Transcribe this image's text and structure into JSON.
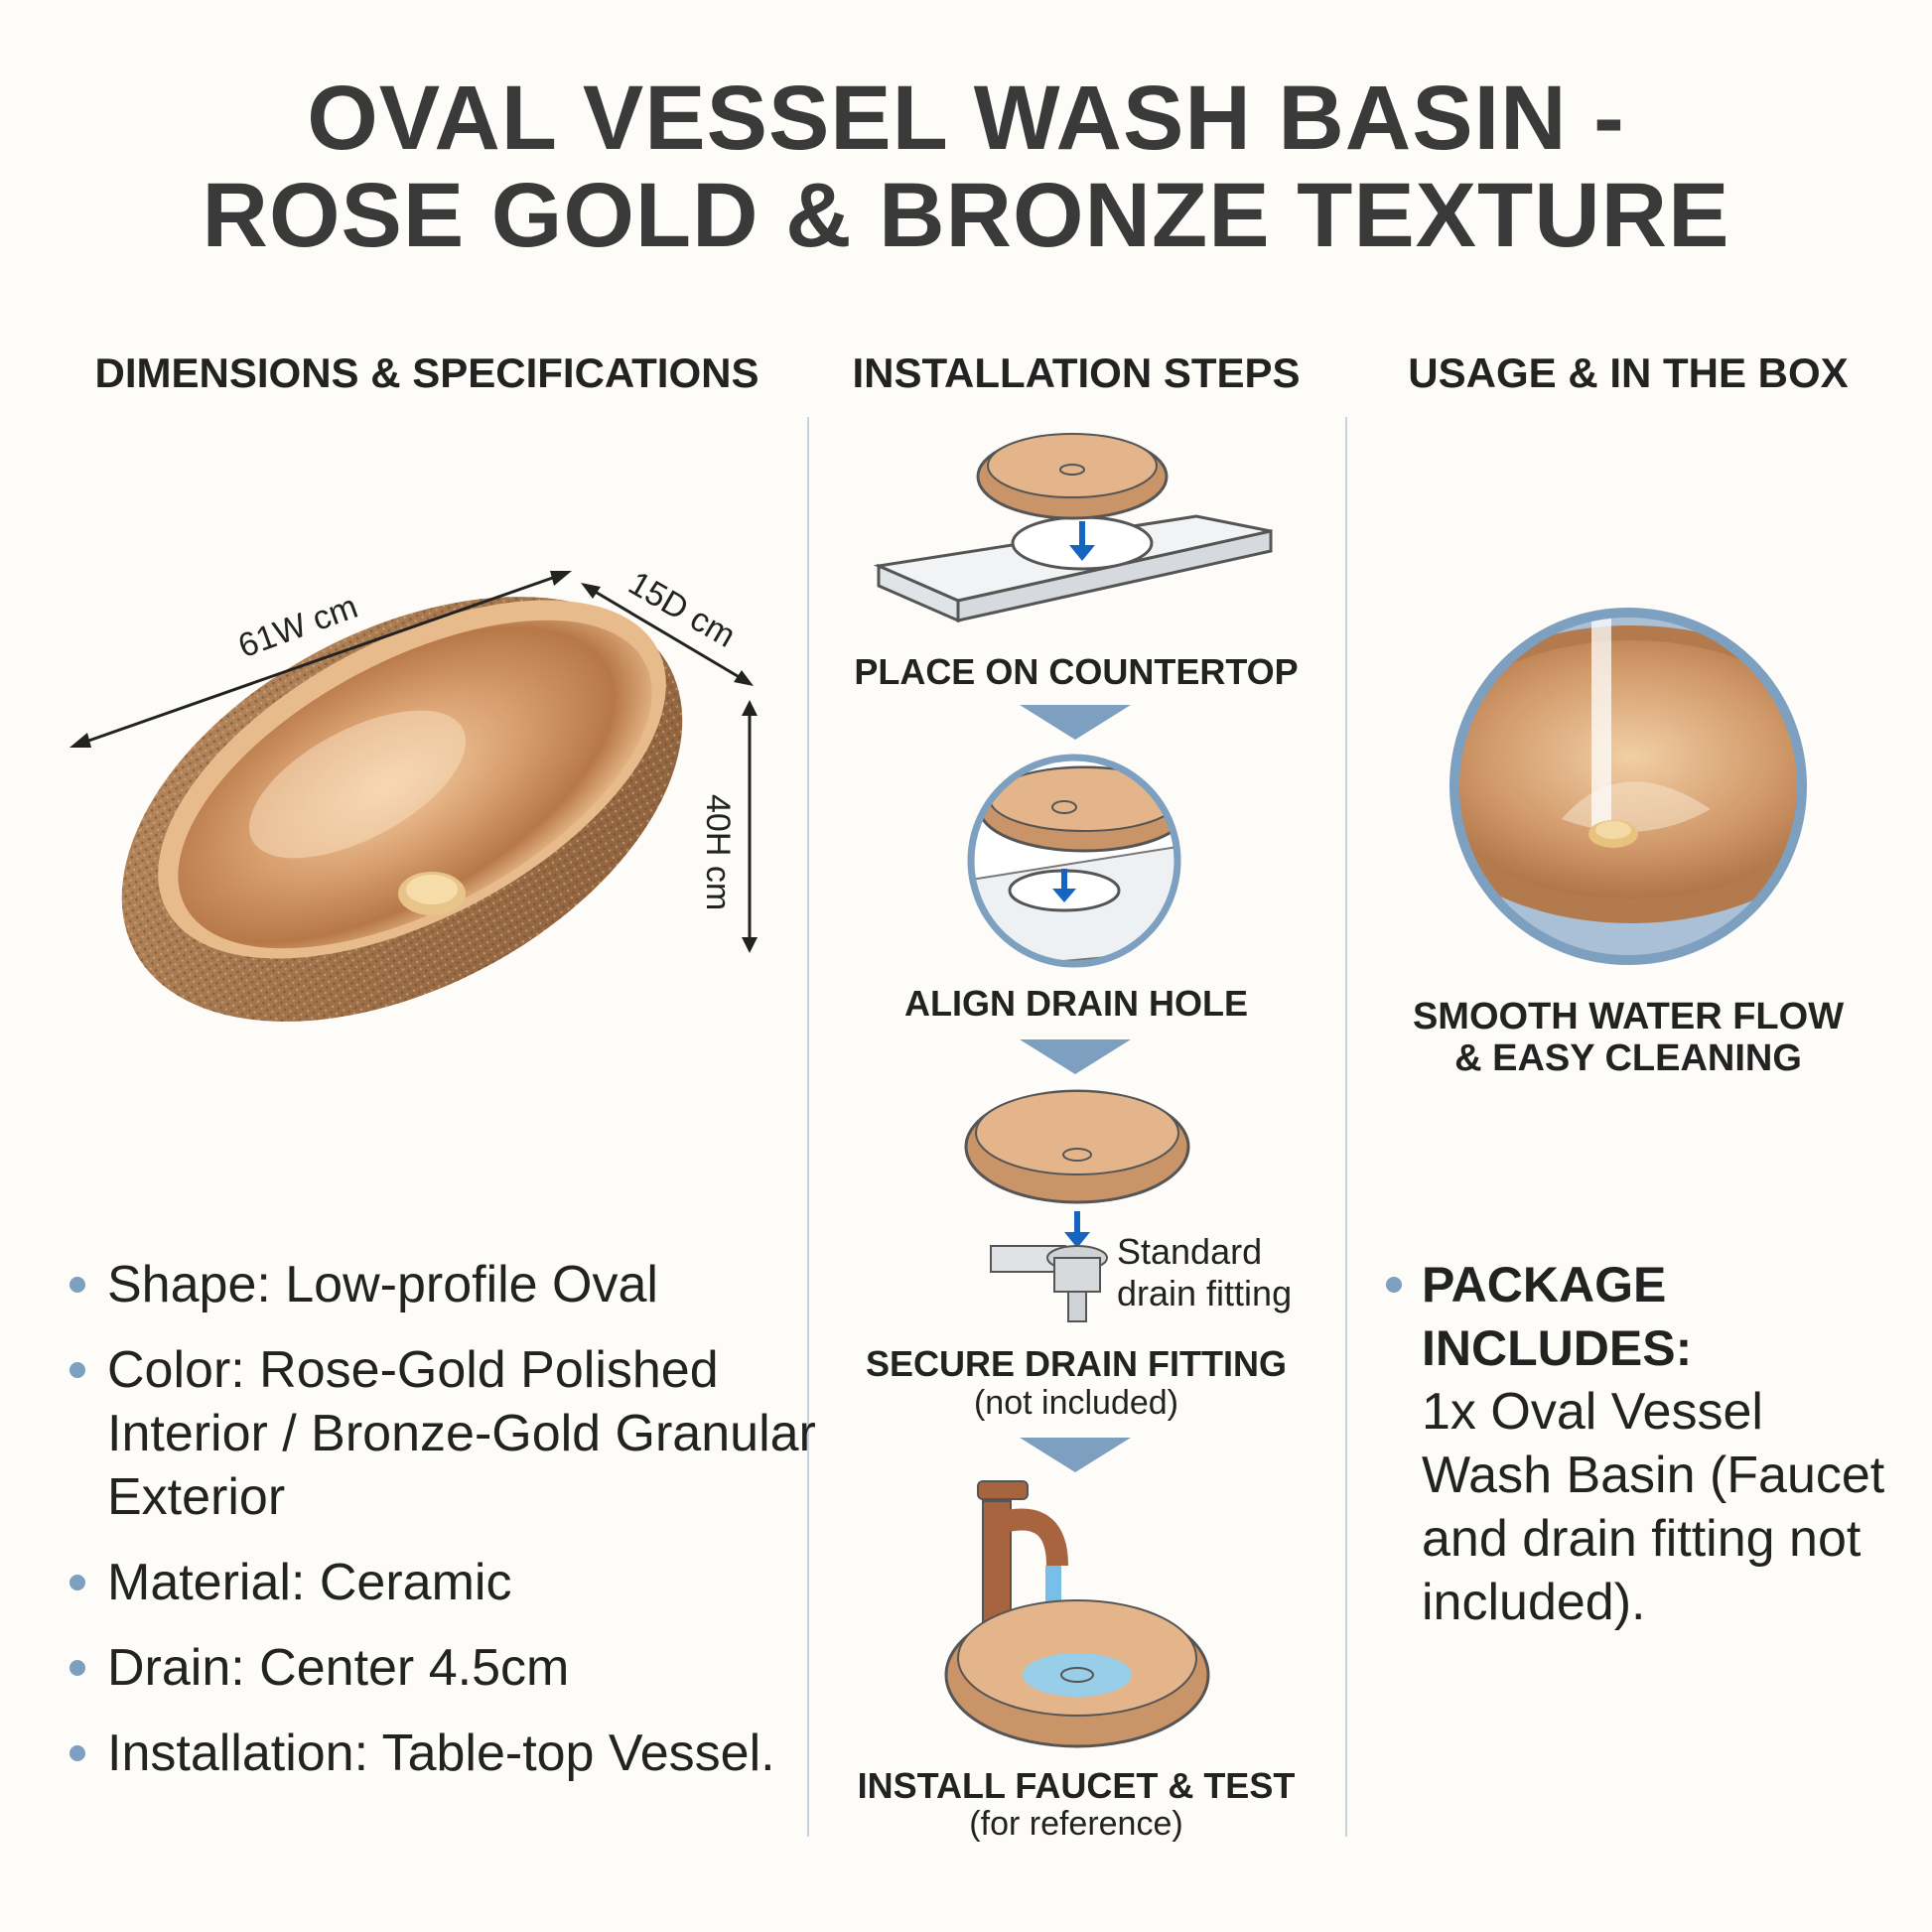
{
  "title": {
    "line1": "OVAL VESSEL WASH BASIN -",
    "line2": "ROSE GOLD & BRONZE TEXTURE"
  },
  "columns": {
    "dimensions": "DIMENSIONS & SPECIFICATIONS",
    "installation": "INSTALLATION STEPS",
    "usage": "USAGE & IN THE BOX"
  },
  "dimensions": {
    "width": "61W cm",
    "depth": "15D cm",
    "height": "40H cm"
  },
  "specs": [
    {
      "label": "Shape:",
      "value": "Low-profile Oval"
    },
    {
      "label": "Color:",
      "value": "Rose-Gold Polished Interior / Bronze-Gold Granular Exterior"
    },
    {
      "label": "Material:",
      "value": "Ceramic"
    },
    {
      "label": "Drain:",
      "value": "Center 4.5cm"
    },
    {
      "label": "Installation:",
      "value": "Table-top Vessel."
    }
  ],
  "steps": [
    {
      "label": "PLACE ON COUNTERTOP",
      "note": ""
    },
    {
      "label": "ALIGN DRAIN HOLE",
      "note": ""
    },
    {
      "label": "SECURE DRAIN FITTING",
      "note": "(not included)"
    },
    {
      "label": "INSTALL FAUCET & TEST",
      "note": "(for reference)"
    }
  ],
  "fitting_label": {
    "line1": "Standard",
    "line2": "drain fitting"
  },
  "usage": {
    "caption_line1": "SMOOTH WATER FLOW",
    "caption_line2": "& EASY CLEANING"
  },
  "package": {
    "heading": "PACKAGE INCLUDES:",
    "text": "1x Oval Vessel Wash Basin (Faucet and drain fitting not included)."
  },
  "colors": {
    "accent_blue": "#7d9fc0",
    "rose_gold": "#d9a57a",
    "bronze": "#a87650",
    "arrow_blue": "#1565c0"
  }
}
